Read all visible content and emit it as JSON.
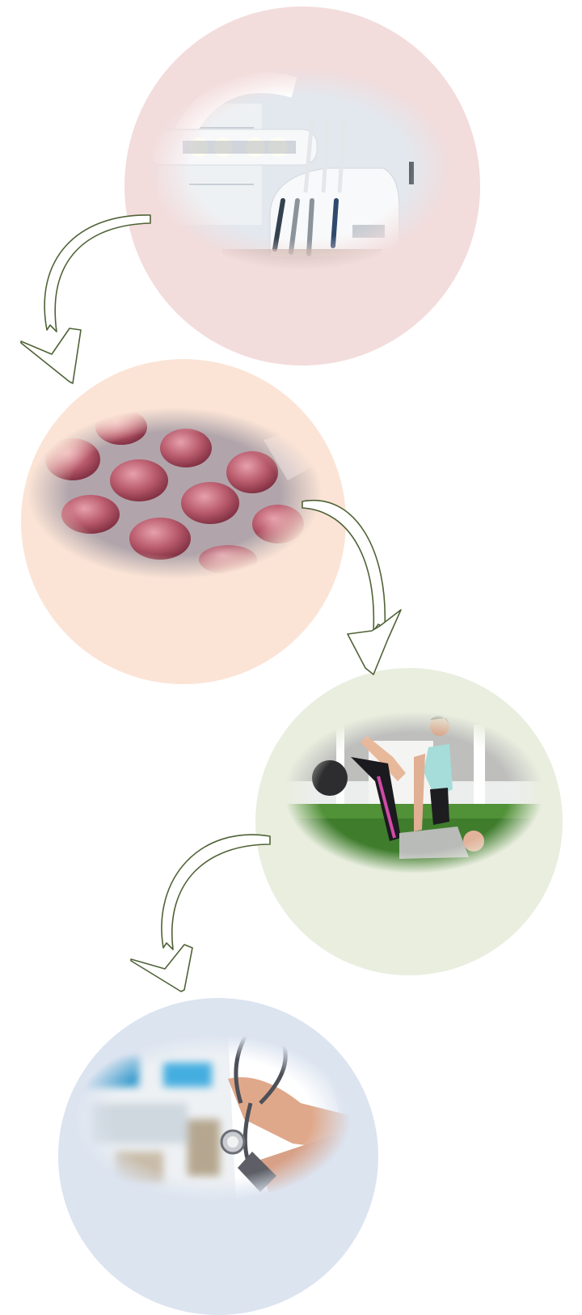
{
  "colors": {
    "circle_dental_bg": "#f3dcdc",
    "circle_pills_bg": "#fbe4d6",
    "circle_physio_bg": "#e9eedf",
    "circle_doctor_bg": "#dce4f0",
    "arrow_stroke": "#4f6236"
  },
  "steps": [
    {
      "image": "dental-chair-with-lamp"
    },
    {
      "image": "red-pills-blister-pack"
    },
    {
      "image": "physiotherapy-leg-stretch"
    },
    {
      "image": "doctor-holding-stethoscope"
    }
  ],
  "arrows": [
    {
      "from": "dental-chair-with-lamp",
      "to": "red-pills-blister-pack",
      "direction": "down-left"
    },
    {
      "from": "red-pills-blister-pack",
      "to": "physiotherapy-leg-stretch",
      "direction": "down-right"
    },
    {
      "from": "physiotherapy-leg-stretch",
      "to": "doctor-holding-stethoscope",
      "direction": "down-left"
    }
  ]
}
